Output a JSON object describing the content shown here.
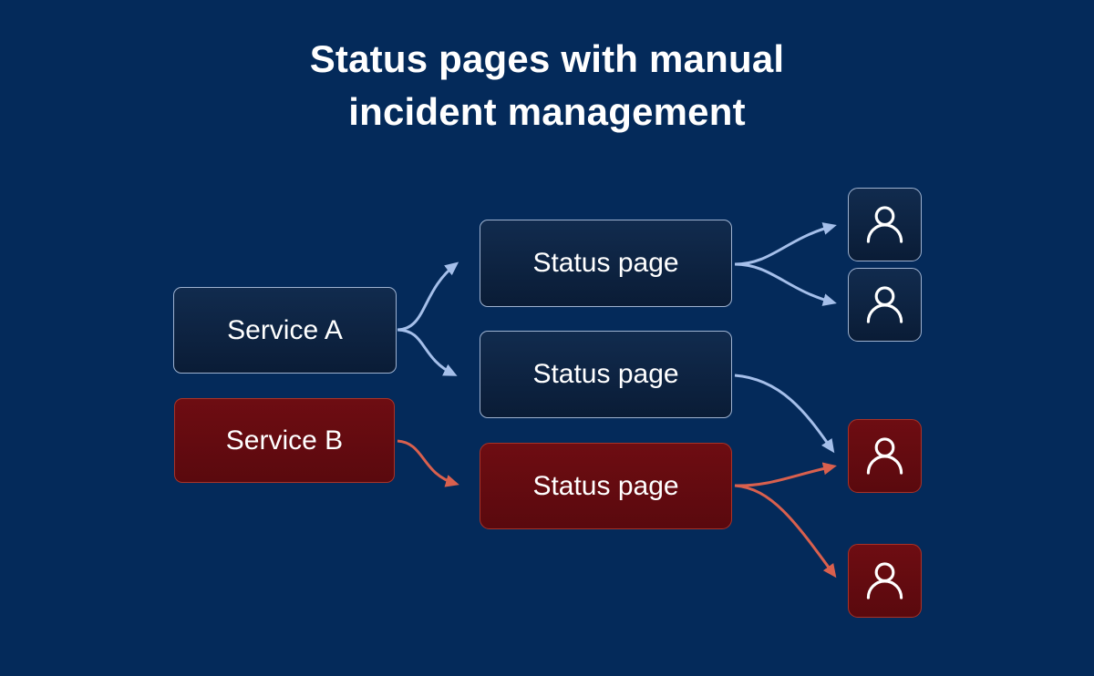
{
  "title": {
    "line1": "Status pages with manual",
    "line2": "incident management"
  },
  "diagram": {
    "services": [
      {
        "id": "service-a",
        "label": "Service A",
        "state": "healthy"
      },
      {
        "id": "service-b",
        "label": "Service B",
        "state": "incident"
      }
    ],
    "status_pages": [
      {
        "id": "status-page-1",
        "label": "Status page",
        "state": "healthy"
      },
      {
        "id": "status-page-2",
        "label": "Status page",
        "state": "healthy"
      },
      {
        "id": "status-page-3",
        "label": "Status page",
        "state": "incident"
      }
    ],
    "subscribers": [
      {
        "id": "subscriber-1",
        "icon": "user-icon",
        "state": "healthy"
      },
      {
        "id": "subscriber-2",
        "icon": "user-icon",
        "state": "healthy"
      },
      {
        "id": "subscriber-3",
        "icon": "user-icon",
        "state": "incident"
      },
      {
        "id": "subscriber-4",
        "icon": "user-icon",
        "state": "incident"
      }
    ],
    "connections": [
      {
        "from": "service-a",
        "to": "status-page-1",
        "color": "blue"
      },
      {
        "from": "service-a",
        "to": "status-page-2",
        "color": "blue"
      },
      {
        "from": "service-b",
        "to": "status-page-3",
        "color": "red"
      },
      {
        "from": "status-page-1",
        "to": "subscriber-1",
        "color": "blue"
      },
      {
        "from": "status-page-1",
        "to": "subscriber-2",
        "color": "blue"
      },
      {
        "from": "status-page-2",
        "to": "subscriber-3",
        "color": "blue"
      },
      {
        "from": "status-page-3",
        "to": "subscriber-3",
        "color": "red"
      },
      {
        "from": "status-page-3",
        "to": "subscriber-4",
        "color": "red"
      }
    ]
  },
  "colors": {
    "background": "#042a5a",
    "text": "#ffffff",
    "healthy_fill_top": "#112b4e",
    "healthy_fill_bottom": "#0a1c36",
    "healthy_border": "#9eb2d0",
    "incident_fill_top": "#6e0d12",
    "incident_fill_bottom": "#5a090e",
    "incident_border": "#a93226",
    "arrow_blue": "#a5bfea",
    "arrow_red": "#d9604e"
  }
}
